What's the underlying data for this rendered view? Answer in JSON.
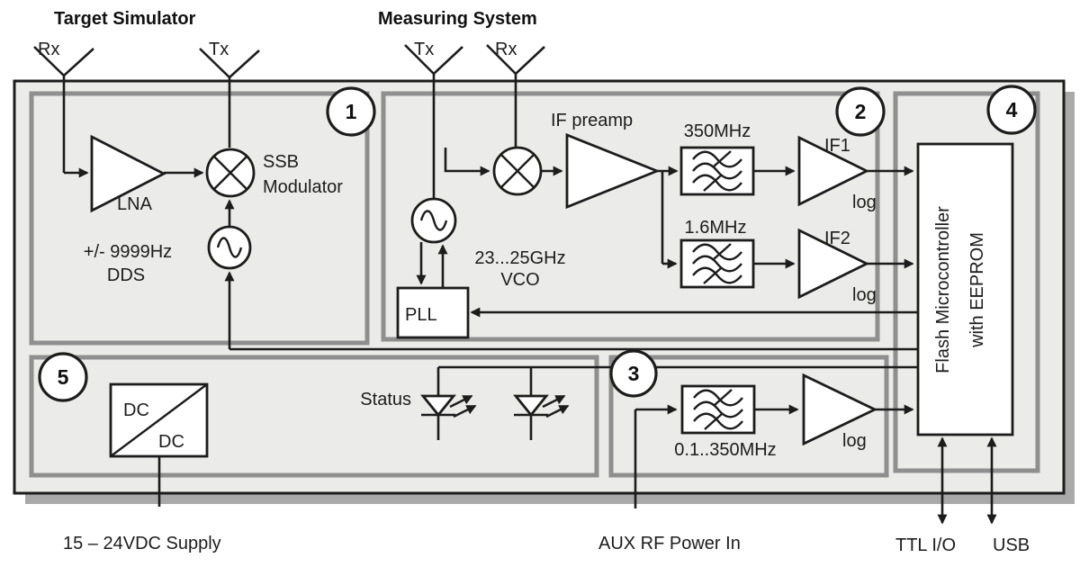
{
  "colors": {
    "line": "#1c1c1c",
    "enclosure_fill": "#ebebe9",
    "inner_border": "#8f8f8f",
    "shadow": "#a9a9a9",
    "component_fill": "#ffffff",
    "background": "#ffffff"
  },
  "titles": {
    "left": "Target Simulator",
    "right": "Measuring System"
  },
  "antennas": {
    "ts_rx": "Rx",
    "ts_tx": "Tx",
    "ms_tx": "Tx",
    "ms_rx": "Rx"
  },
  "badges": {
    "b1": "1",
    "b2": "2",
    "b3": "3",
    "b4": "4",
    "b5": "5"
  },
  "ts": {
    "lna": "LNA",
    "ssb1": "SSB",
    "ssb2": "Modulator",
    "dds1": "+/- 9999Hz",
    "dds2": "DDS"
  },
  "ms": {
    "preamp": "IF preamp",
    "f1": "350MHz",
    "f2": "1.6MHz",
    "if1": "IF1",
    "if2": "IF2",
    "log1": "log",
    "log2": "log",
    "vco1": "23...25GHz",
    "vco2": "VCO",
    "pll": "PLL"
  },
  "status_label": "Status",
  "aux": {
    "f3": "0.1..350MHz",
    "log3": "log",
    "label": "AUX RF Power In"
  },
  "mcu": {
    "l1": "Flash Microcontroller",
    "l2": "with EEPROM",
    "ttl": "TTL I/O",
    "usb": "USB"
  },
  "power": {
    "dc1": "DC",
    "dc2": "DC",
    "label": "15 – 24VDC Supply"
  }
}
